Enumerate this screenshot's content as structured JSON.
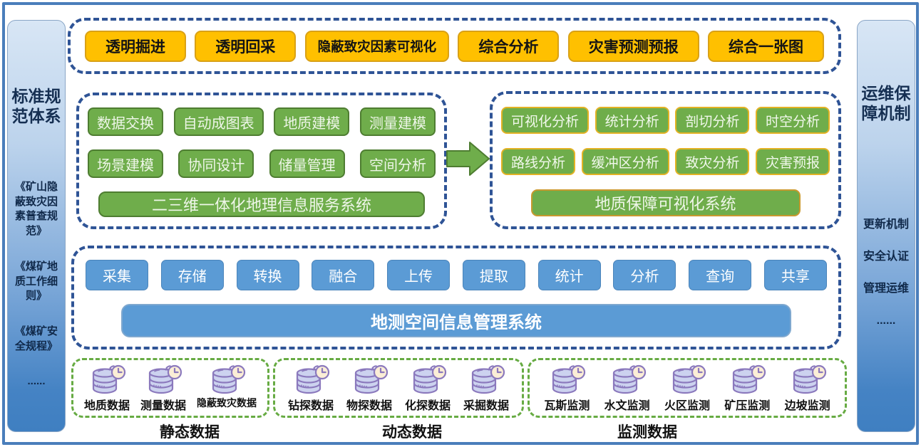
{
  "left_sidebar": {
    "title": "标准规范体系",
    "items": [
      "《矿山隐蔽致灾因素普查规范》",
      "《煤矿地质工作细则》",
      "《煤矿安全规程》",
      "......"
    ]
  },
  "right_sidebar": {
    "title": "运维保障机制",
    "items": [
      "更新机制",
      "安全认证",
      "管理运维",
      "......"
    ]
  },
  "top_row": {
    "buttons": [
      "透明掘进",
      "透明回采",
      "隐蔽致灾因素可视化",
      "综合分析",
      "灾害预测预报",
      "综合一张图"
    ]
  },
  "gis_box": {
    "rows": [
      [
        "数据交换",
        "自动成图表",
        "地质建模",
        "测量建模"
      ],
      [
        "场景建模",
        "协同设计",
        "储量管理",
        "空间分析"
      ]
    ],
    "title": "二三维一体化地理信息服务系统"
  },
  "visual_box": {
    "rows": [
      [
        "可视化分析",
        "统计分析",
        "剖切分析",
        "时空分析"
      ],
      [
        "路线分析",
        "缓冲区分析",
        "致灾分析",
        "灾害预报"
      ]
    ],
    "title": "地质保障可视化系统"
  },
  "management_box": {
    "buttons": [
      "采集",
      "存储",
      "转换",
      "融合",
      "上传",
      "提取",
      "统计",
      "分析",
      "查询",
      "共享"
    ],
    "title": "地测空间信息管理系统"
  },
  "data_groups": [
    {
      "caption": "静态数据",
      "items": [
        "地质数据",
        "测量数据",
        "隐蔽致灾数据"
      ]
    },
    {
      "caption": "动态数据",
      "items": [
        "钻探数据",
        "物探数据",
        "化探数据",
        "采掘数据"
      ]
    },
    {
      "caption": "监测数据",
      "items": [
        "瓦斯监测",
        "水文监测",
        "火区监测",
        "矿压监测",
        "边坡监测"
      ]
    }
  ],
  "icons": {
    "database_clock": "database-with-clock-icon",
    "flow_arrow": "right-block-arrow-icon"
  },
  "palette": {
    "gold": "#ffc000",
    "green": "#6fad4b",
    "blue": "#5b9bd5",
    "dash_blue": "#2f5496",
    "dash_green": "#67ab43",
    "frame_blue": "#4a7ebb",
    "db_icon_fill": "#ccd2ef",
    "db_icon_stroke": "#8b79bd",
    "clock_fill": "#fbeed6"
  }
}
